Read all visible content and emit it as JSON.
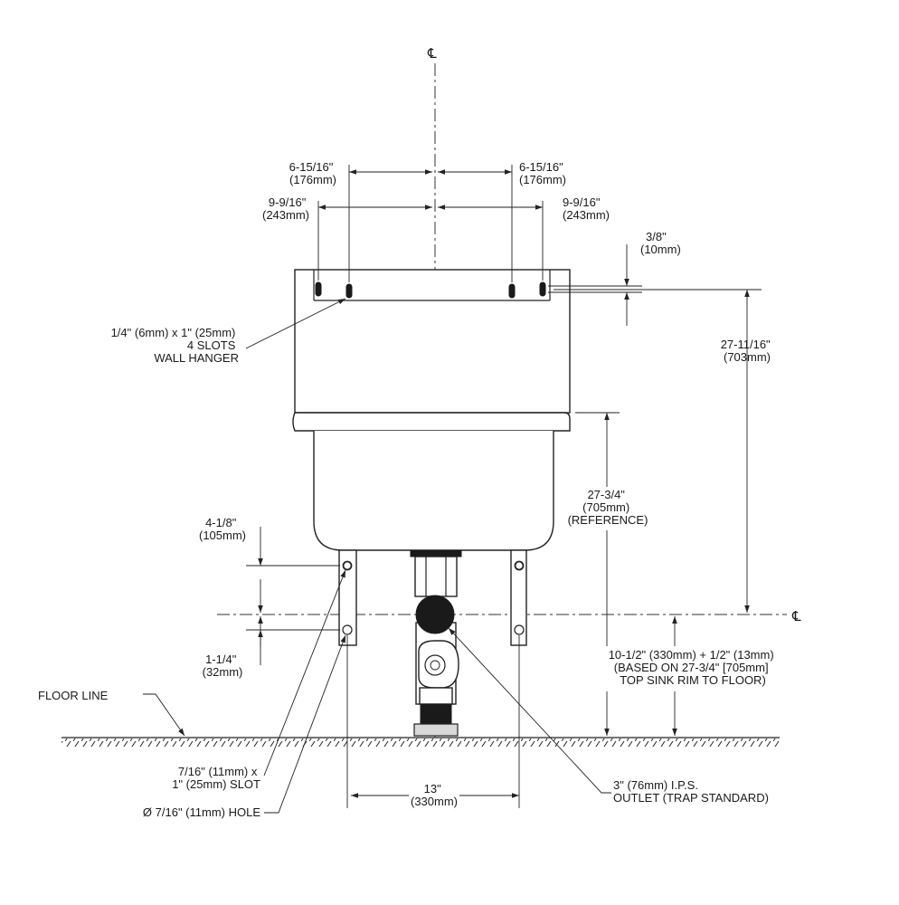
{
  "centerline_symbol": "℄",
  "labels": {
    "top_left_inner": [
      "6-15/16\"",
      "(176mm)"
    ],
    "top_right_inner": [
      "6-15/16\"",
      "(176mm)"
    ],
    "top_left_outer": [
      "9-9/16\"",
      "(243mm)"
    ],
    "top_right_outer": [
      "9-9/16\"",
      "(243mm)"
    ],
    "slot_offset": [
      "3/8\"",
      "(10mm)"
    ],
    "wall_hanger": [
      "1/4\" (6mm) x 1\" (25mm)",
      "4 SLOTS",
      "WALL HANGER"
    ],
    "overall_height": [
      "27-11/16\"",
      "(703mm)"
    ],
    "rim_height": [
      "27-3/4\"",
      "(705mm)",
      "(REFERENCE)"
    ],
    "leg_upper": [
      "4-1/8\"",
      "(105mm)"
    ],
    "leg_lower": [
      "1-1/4\"",
      "(32mm)"
    ],
    "floor_line": "FLOOR LINE",
    "outlet_height": [
      "10-1/2\" (330mm) + 1/2\" (13mm)",
      "(BASED ON 27-3/4\" [705mm]",
      "TOP SINK RIM TO FLOOR)"
    ],
    "leg_slot": [
      "7/16\" (11mm) x",
      "1\" (25mm) SLOT"
    ],
    "leg_hole": "Ø 7/16\" (11mm) HOLE",
    "leg_spacing": [
      "13\"",
      "(330mm)"
    ],
    "outlet": [
      "3\" (76mm) I.P.S.",
      "OUTLET (TRAP STANDARD)"
    ]
  }
}
